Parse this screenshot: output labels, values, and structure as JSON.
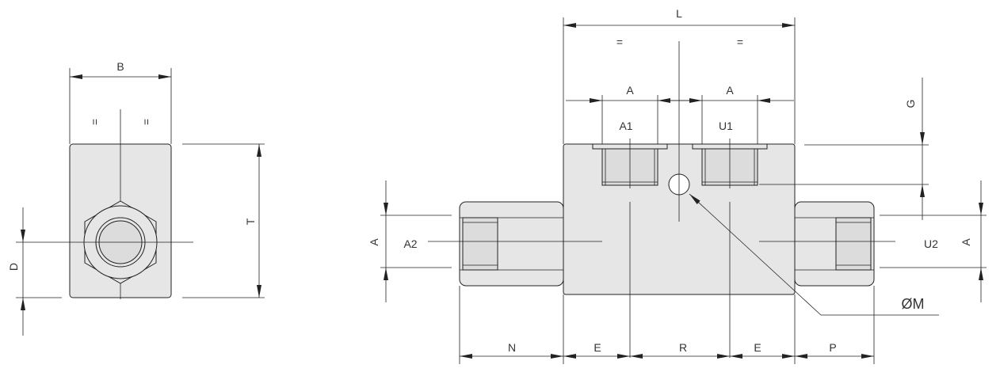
{
  "labels": {
    "B": "B",
    "T": "T",
    "D": "D",
    "L": "L",
    "A_top_left": "A",
    "A_top_right": "A",
    "A1": "A1",
    "U1": "U1",
    "G": "G",
    "A_left": "A",
    "A2": "A2",
    "U2": "U2",
    "A_right": "A",
    "diameter": "ØM",
    "N": "N",
    "E_left": "E",
    "R": "R",
    "E_right": "E",
    "P": "P",
    "eq": "="
  },
  "colors": {
    "line": "#222222",
    "fill": "#e6e6e6"
  }
}
